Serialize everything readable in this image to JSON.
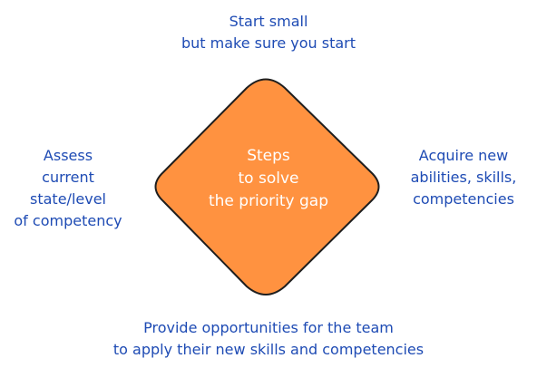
{
  "center": {
    "lines": [
      "Steps",
      "to solve",
      "the priority gap"
    ],
    "fill_color": "#ff9240",
    "stroke_color": "#1e1e1e",
    "text_color": "#ffffff"
  },
  "top": {
    "lines": [
      "Start small",
      "but make sure you start"
    ]
  },
  "left": {
    "lines": [
      "Assess",
      "current",
      "state/level",
      "of competency"
    ]
  },
  "right": {
    "lines": [
      "Acquire new",
      "abilities, skills,",
      "competencies"
    ]
  },
  "bottom": {
    "lines": [
      "Provide opportunities for the team",
      "to apply their new skills and competencies"
    ]
  },
  "text_color": "#1e4bb4"
}
